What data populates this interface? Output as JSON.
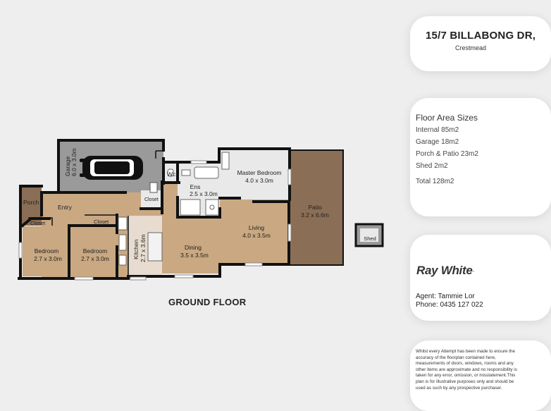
{
  "address": {
    "line1": "15/7 BILLABONG DR,",
    "line2": "Crestmead"
  },
  "floor_areas": {
    "title": "Floor Area Sizes",
    "items": [
      "Internal 85m2",
      "Garage 18m2",
      "Porch & Patio 23m2",
      "Shed 2m2"
    ],
    "total": "Total 128m2"
  },
  "brand": {
    "name": "Ray White",
    "accent": "#f2c800"
  },
  "agent": {
    "name": "Agent: Tammie Lor",
    "phone": "Phone: 0435 127 022"
  },
  "disclaimer": "Whilst every Attempt has been made to ensure the accuracy of the floorplan contained here, measurements of doors, windows, rooms and any other items are approximate and no responsibility is taken for any error, omission, or misstatement.This plan is for illustrative purposes only and should be used as such by any prospective purchaser.",
  "floor_label": "GROUND FLOOR",
  "rooms": {
    "garage": {
      "name": "Garage",
      "size": "6.0 x 3.0m"
    },
    "wc": {
      "name": "Wc"
    },
    "ens": {
      "name": "Ens",
      "size": "2.5 x 3.0m"
    },
    "master": {
      "name": "Master Bedroom",
      "size": "4.0 x 3.0m"
    },
    "patio": {
      "name": "Patio",
      "size": "3.2 x 6.6m"
    },
    "shed": {
      "name": "Shed"
    },
    "porch": {
      "name": "Porch"
    },
    "entry": {
      "name": "Entry"
    },
    "closet_hall": {
      "name": "Closet"
    },
    "closet_bed1": {
      "name": "Closet"
    },
    "closet_bed2": {
      "name": "Closet"
    },
    "living": {
      "name": "Living",
      "size": "4.0 x 3.5m"
    },
    "bedroom1": {
      "name": "Bedroom",
      "size": "2.7 x 3.0m"
    },
    "bedroom2": {
      "name": "Bedroom",
      "size": "2.7 x 3.0m"
    },
    "kitchen": {
      "name": "Kitchen",
      "size": "2.7 x 3.6m"
    },
    "dining": {
      "name": "Dining",
      "size": "3.5 x 3.5m"
    }
  },
  "colors": {
    "wood": "#c9a882",
    "garage": "#9a9a9a",
    "patio": "#8a6e55",
    "wall": "#111111",
    "tile": "#e9e9e9"
  }
}
